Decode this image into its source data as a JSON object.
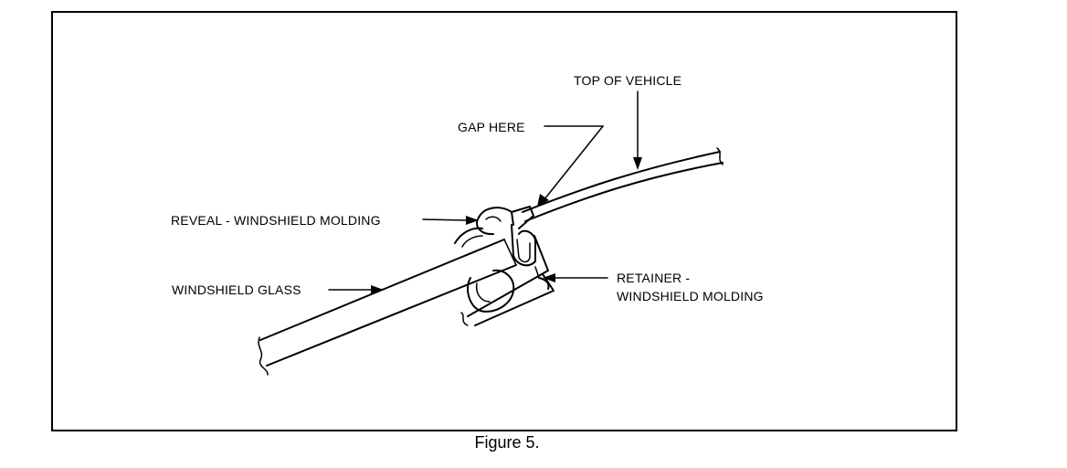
{
  "labels": {
    "top_of_vehicle": "TOP OF VEHICLE",
    "gap_here": "GAP HERE",
    "reveal_molding": "REVEAL - WINDSHIELD MOLDING",
    "windshield_glass": "WINDSHIELD GLASS",
    "retainer_line1": "RETAINER -",
    "retainer_line2": "WINDSHIELD MOLDING"
  },
  "caption": "Figure 5."
}
